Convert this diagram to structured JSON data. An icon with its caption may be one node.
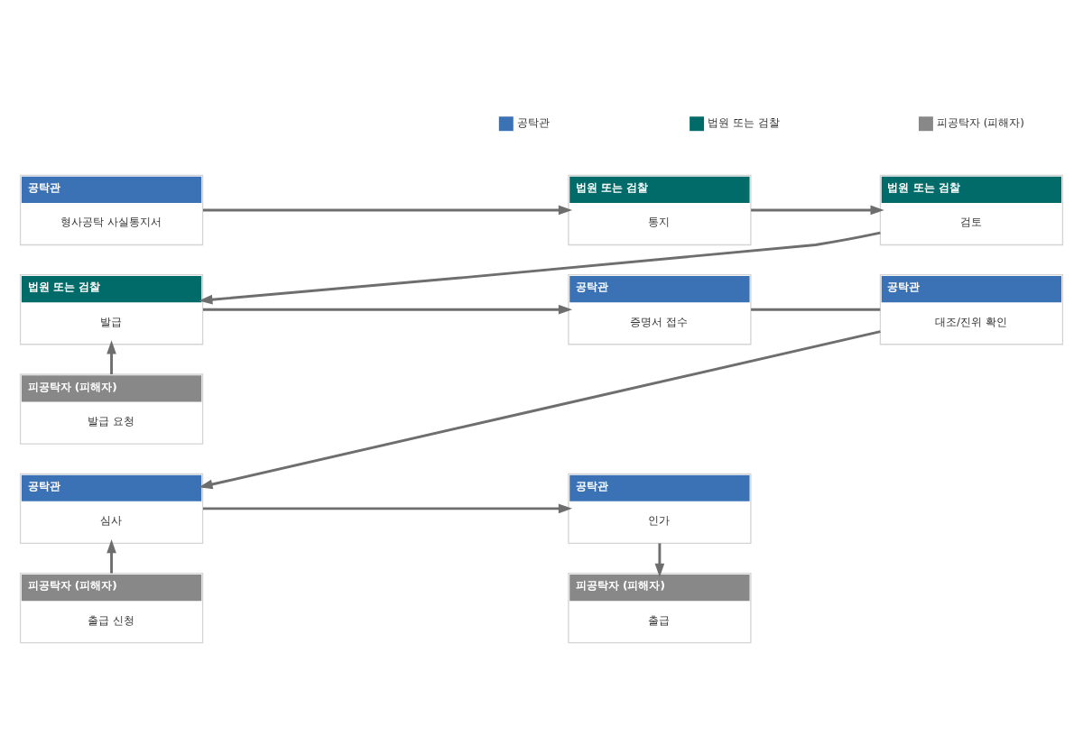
{
  "diagram": {
    "nodes": [
      {
        "text": [
          "공탁관",
          "형사공탁 사실통지서"
        ]
      },
      {
        "text": [
          "법원 또는 검찰",
          "통지"
        ]
      },
      {
        "text": [
          "법원 또는 검찰",
          "검토"
        ]
      },
      {
        "text": [
          "법원 또는 검찰",
          "발급"
        ]
      },
      {
        "text": [
          "공탁관",
          "증명서 접수"
        ]
      },
      {
        "text": [
          "공탁관",
          "대조/진위 확인"
        ]
      },
      {
        "text": [
          "피공탁자 (피해자)",
          "발급 요청"
        ]
      },
      {
        "text": [
          "공탁관",
          "심사"
        ]
      },
      {
        "text": [
          "공탁관",
          "인가"
        ]
      },
      {
        "text": [
          "피공탁자 (피해자)",
          "출급 신청"
        ]
      },
      {
        "text": [
          "피공탁자 (피해자)",
          "출급"
        ]
      }
    ],
    "edges": [
      {
        "from": 0,
        "to": 1,
        "arrow": "to"
      },
      {
        "from": 1,
        "to": 2,
        "arrow": "to"
      },
      {
        "from": 2,
        "to": 3,
        "arrow": "to"
      },
      {
        "from": 6,
        "to": 3,
        "arrow": "to"
      },
      {
        "from": 3,
        "to": 4,
        "arrow": "to"
      },
      {
        "from": 4,
        "to": 5,
        "arrow": "none"
      },
      {
        "from": 5,
        "to": 7,
        "arrow": "to"
      },
      {
        "from": 9,
        "to": 7,
        "arrow": "to"
      },
      {
        "from": 7,
        "to": 8,
        "arrow": "to"
      },
      {
        "from": 8,
        "to": 10,
        "arrow": "to"
      }
    ],
    "legend": [
      {
        "text": "공탁관",
        "color": "#3a72b5"
      },
      {
        "text": "법원 또는 검찰",
        "color": "#006b68"
      },
      {
        "text": "피공탁자 (피해자)",
        "color": "#888888"
      }
    ]
  }
}
